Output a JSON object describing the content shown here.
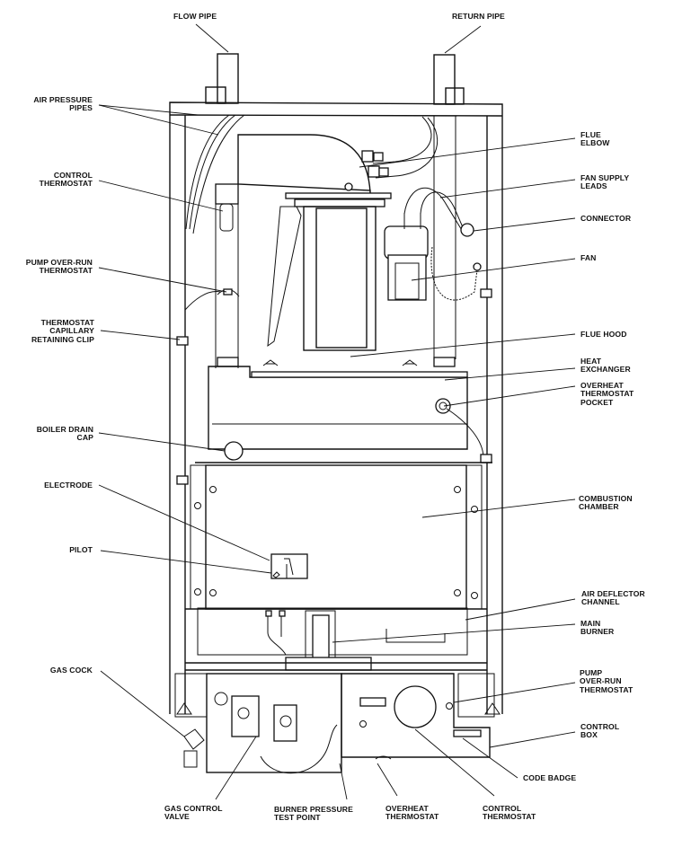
{
  "diagram": {
    "title": "Boiler internal components",
    "labels": {
      "flow_pipe": "FLOW PIPE",
      "return_pipe": "RETURN PIPE",
      "air_pressure_pipes": "AIR PRESSURE\nPIPES",
      "control_thermostat_top": "CONTROL\nTHERMOSTAT",
      "pump_over_run_thermostat_left": "PUMP OVER-RUN\nTHERMOSTAT",
      "thermostat_capillary_retaining_clip": "THERMOSTAT\nCAPILLARY\nRETAINING CLIP",
      "boiler_drain_cap": "BOILER DRAIN\nCAP",
      "electrode": "ELECTRODE",
      "pilot": "PILOT",
      "gas_cock": "GAS COCK",
      "gas_control_valve": "GAS CONTROL\nVALVE",
      "burner_pressure_test_point": "BURNER PRESSURE\nTEST POINT",
      "overheat_thermostat": "OVERHEAT\nTHERMOSTAT",
      "control_thermostat_bottom": "CONTROL\nTHERMOSTAT",
      "code_badge": "CODE BADGE",
      "control_box": "CONTROL\nBOX",
      "pump_over_run_thermostat_right": "PUMP\nOVER-RUN\nTHERMOSTAT",
      "main_burner": "MAIN\nBURNER",
      "air_deflector_channel": "AIR DEFLECTOR\nCHANNEL",
      "combustion_chamber": "COMBUSTION\nCHAMBER",
      "overheat_thermostat_pocket": "OVERHEAT\nTHERMOSTAT\nPOCKET",
      "heat_exchanger": "HEAT\nEXCHANGER",
      "flue_hood": "FLUE HOOD",
      "fan": "FAN",
      "connector": "CONNECTOR",
      "fan_supply_leads": "FAN SUPPLY\nLEADS",
      "flue_elbow": "FLUE\nELBOW"
    }
  }
}
